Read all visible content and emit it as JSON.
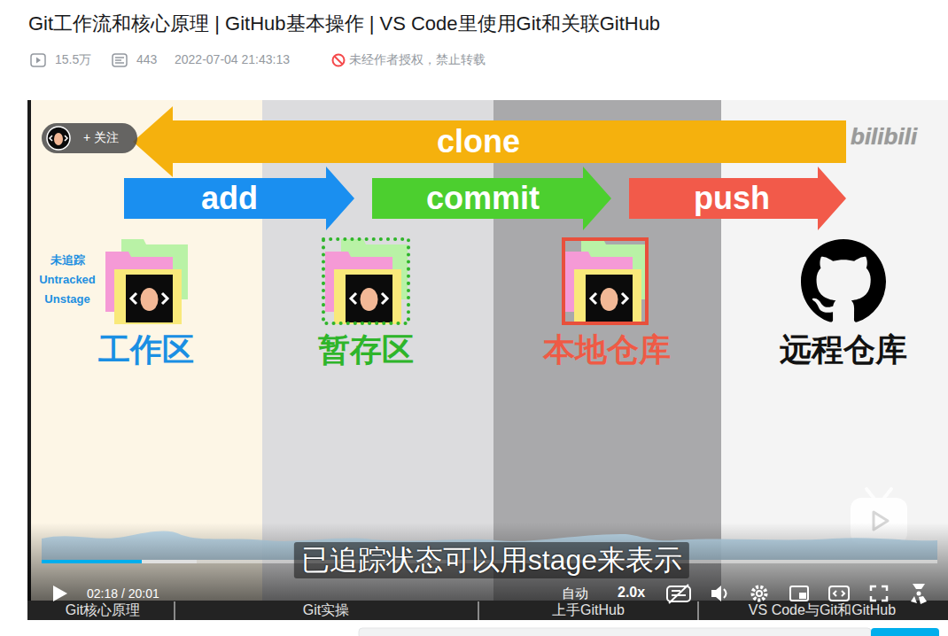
{
  "diagram": {
    "title": "Git工作流和核心原理 | GitHub基本操作 | VS Code里使用Git和关联GitHub",
    "nodes": [
      {
        "text": [
          "工作区"
        ]
      },
      {
        "text": [
          "暂存区"
        ]
      },
      {
        "text": [
          "本地仓库"
        ]
      },
      {
        "text": [
          "远程仓库"
        ]
      }
    ],
    "edges": [
      {
        "from": 3,
        "to": 0,
        "label": "clone",
        "arrow": "to"
      },
      {
        "from": 0,
        "to": 1,
        "label": "add",
        "arrow": "to"
      },
      {
        "from": 1,
        "to": 2,
        "label": "commit",
        "arrow": "to"
      },
      {
        "from": 2,
        "to": 3,
        "label": "push",
        "arrow": "to"
      }
    ],
    "labels": [
      "15.5万",
      "443",
      "2022-07-04 21:43:13",
      "未经作者授权，禁止转载",
      "+ 关注",
      "bilibili",
      "未追踪 Untracked Unstage",
      "已追踪状态可以用stage来表示",
      "02:18 / 20:01",
      "自动",
      "2.0x",
      "Git核心原理",
      "Git实操",
      "上手GitHub",
      "VS Code与Git和GitHub"
    ]
  }
}
